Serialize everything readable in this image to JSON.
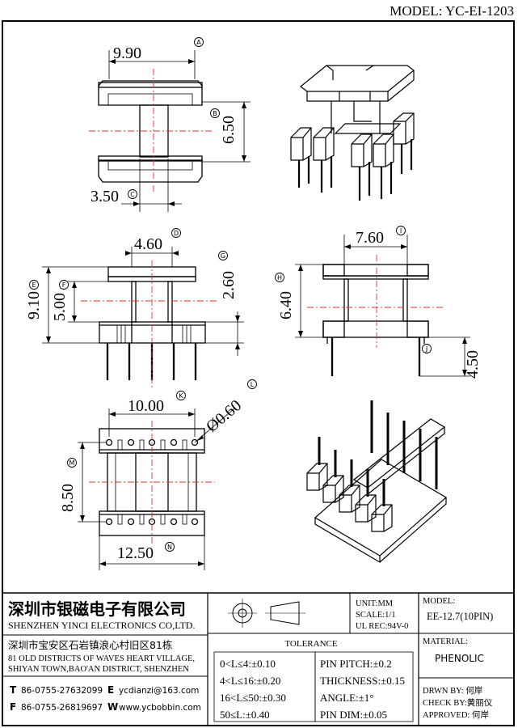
{
  "model_header": "MODEL: YC-EI-1203",
  "dimensions": {
    "A": "9.90",
    "B": "6.50",
    "C": "3.50",
    "D": "4.60",
    "E": "9.10",
    "F": "5.00",
    "G": "2.60",
    "H": "6.40",
    "I": "7.60",
    "J": "4.50",
    "K": "10.00",
    "L": "Ø0.60",
    "M": "8.50",
    "N": "12.50"
  },
  "markers": [
    "A",
    "B",
    "C",
    "D",
    "E",
    "F",
    "G",
    "H",
    "I",
    "J",
    "K",
    "L",
    "M",
    "N"
  ],
  "title_block": {
    "company_cn": "深圳市银磁电子有限公司",
    "company_en": "SHENZHEN YINCI ELECTRONICS CO,LTD.",
    "address_cn": "深圳市宝安区石岩镇浪心村旧区81栋",
    "address_en_1": "81 OLD DISTRICTS OF WAVES HEART VILLAGE,",
    "address_en_2": "SHIYAN TOWN,BAO'AN DISTRICT, SHENZHEN",
    "tel_label": "T",
    "tel": "86-0755-27632099",
    "email_label": "E",
    "email": "ycdianzi@163.com",
    "fax_label": "F",
    "fax": "86-0755-26819697",
    "web_label": "W",
    "web": "www.ycbobbin.com",
    "unit": "UNIT:MM",
    "scale": "SCALE:1/1",
    "ul": "UL REC:94V-0",
    "model_label": "MODEL:",
    "model_value": "EE-12.7(10PIN)",
    "tolerance_title": "TOLERANCE",
    "tolerances": [
      "0<L≤4:±0.10",
      "4<L≤16:±0.20",
      "16<L≤50:±0.30",
      "50≤L:±0.40"
    ],
    "pin_specs": [
      "PIN PITCH:±0.2",
      "THICKNESS:±0.15",
      "ANGLE:±1°",
      "PIN DIM:±0.05"
    ],
    "material_label": "MATERIAL:",
    "material_value": "PHENOLIC",
    "drawn_by": "DRWN BY: 何岸",
    "check_by": "CHECK BY:黄丽仪",
    "approved": "APPROVED: 何岸"
  }
}
